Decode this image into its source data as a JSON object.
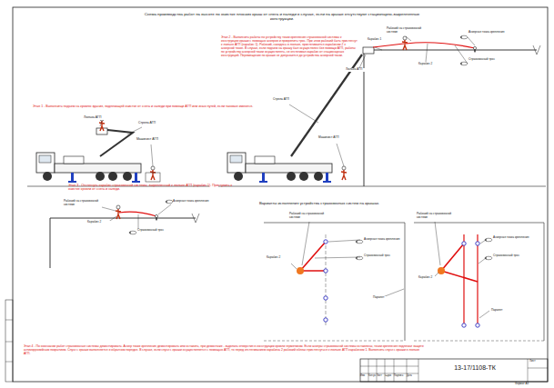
{
  "diagram": {
    "title": "Схема производства работ на высоте по очистке плоских крыш от снега и наледи в случае, если на крыше отсутствуют стационарно-закрепленные конструкции.",
    "labels": [
      "Этап 1 - Выполнить подъем на кровлю здания, подлежащей очистке от снега и наледи при помощи АГП или иных путей, если таковые имеются.",
      "Этап 2 - Выполнить работы по устройству точки крепления страховочной системы к конструкции крыши с помощью анкеров и прикрепить трос. При этом рабочий быть пристегнут к люльке АГП (карабин 1). Рабочий, находясь в люльке, пристегивается карабином 2 к анкерной точке. В случае, если подъем на крышу был осуществлен без помощи АГП, работы по устройству анкерной точки осуществлять, не отстегивая карабин от стационарных конструкций. Перемещение по крыше не допускается до устройства анкерной точки.",
      "Этап 3 - Отстегнуть карабин страховочной системы, закрепленный к люльке АГП (карабин 1). Приступить к очистке кровли от снега и наледи.",
      "Этап 4 - По окончании работ страховочные системы демонтировать. Анкер точки крепления демонтировать или оставить, при демонтаже - заделать отверстия в конструкции кровли герметиком. Если анкеры страховочной системы оставлены, точки крепления подлежат защите антикоррозийным покрытием. Спуск с крыши выполняется в обратном порядке. В случае, если спуск с крыши осуществляется с помощью АГП, то перед отстегиванием карабина 2 рабочий обязан пристегнуться к люльке АГП карабином 1. Выполнить спуск с крыши в люльке АГП.",
      "Варианты исполнения устройства страховочных систем на крышах.",
      "Люлька АГП",
      "Стрела АГП",
      "Машинист АГП",
      "Рабочий на страховочной системе",
      "Карабин 1",
      "Карабин 2",
      "Анкерная точка крепления",
      "Страховочный трос",
      "Люлька АГП",
      "Стрела АГП",
      "Машинист АГП",
      "Рабочий на страховочной системе",
      "Карабин 2",
      "Анкерная точка крепления",
      "Страховочный трос",
      "Рабочий на страховочной системе",
      "Анкерная точка крепления",
      "Страховочный трос",
      "Карабин 2",
      "Парапет",
      "Рабочий на страховочной системе",
      "Анкерная точка крепления",
      "Страховочный трос",
      "Карабин 2",
      "Парапет",
      "Изм.",
      "Кол.уч",
      "Лист",
      "№док.",
      "Подпись",
      "Дата",
      "13-17/1108-ТК",
      "Лист",
      "Формат А3"
    ]
  }
}
